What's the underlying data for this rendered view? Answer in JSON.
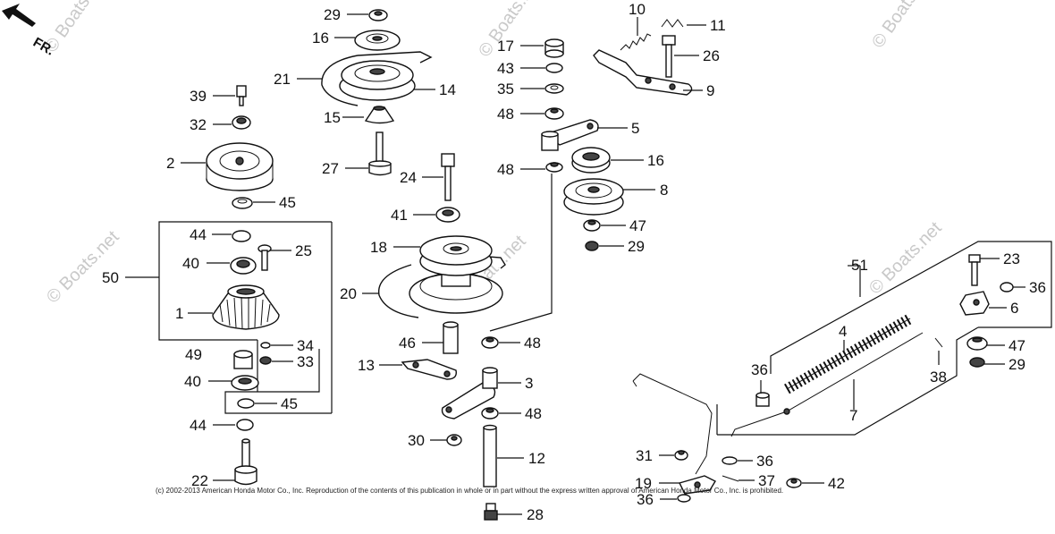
{
  "direction_label": "FR.",
  "watermarks": [
    "© Boats.net",
    "© Boats.net",
    "© Boats.net",
    "© Boats.net",
    "© Boats.net",
    "© Boats.net"
  ],
  "copyright": "(c) 2002-2013 American Honda Motor Co., Inc. Reproduction of the contents of this publication in whole or in part without the express written approval of American Honda Motor Co., Inc. is prohibited.",
  "callouts": {
    "c29a": "29",
    "c16a": "16",
    "c21": "21",
    "c14": "14",
    "c15": "15",
    "c27": "27",
    "c39": "39",
    "c32": "32",
    "c2": "2",
    "c45a": "45",
    "c44a": "44",
    "c25": "25",
    "c50": "50",
    "c40a": "40",
    "c1": "1",
    "c34": "34",
    "c49": "49",
    "c33": "33",
    "c40b": "40",
    "c45b": "45",
    "c44b": "44",
    "c22": "22",
    "c24": "24",
    "c41": "41",
    "c18": "18",
    "c20": "20",
    "c46": "46",
    "c13": "13",
    "c30": "30",
    "c17": "17",
    "c43": "43",
    "c35": "35",
    "c48a": "48",
    "c5": "5",
    "c48b": "48",
    "c16b": "16",
    "c8": "8",
    "c47a": "47",
    "c29b": "29",
    "c48c": "48",
    "c3": "3",
    "c48d": "48",
    "c12": "12",
    "c28": "28",
    "c10": "10",
    "c11": "11",
    "c26": "26",
    "c9": "9",
    "c51": "51",
    "c23": "23",
    "c36a": "36",
    "c6": "6",
    "c4": "4",
    "c36b": "36",
    "c38": "38",
    "c47b": "47",
    "c29c": "29",
    "c7": "7",
    "c31": "31",
    "c36c": "36",
    "c19": "19",
    "c37": "37",
    "c42": "42",
    "c36d": "36"
  }
}
